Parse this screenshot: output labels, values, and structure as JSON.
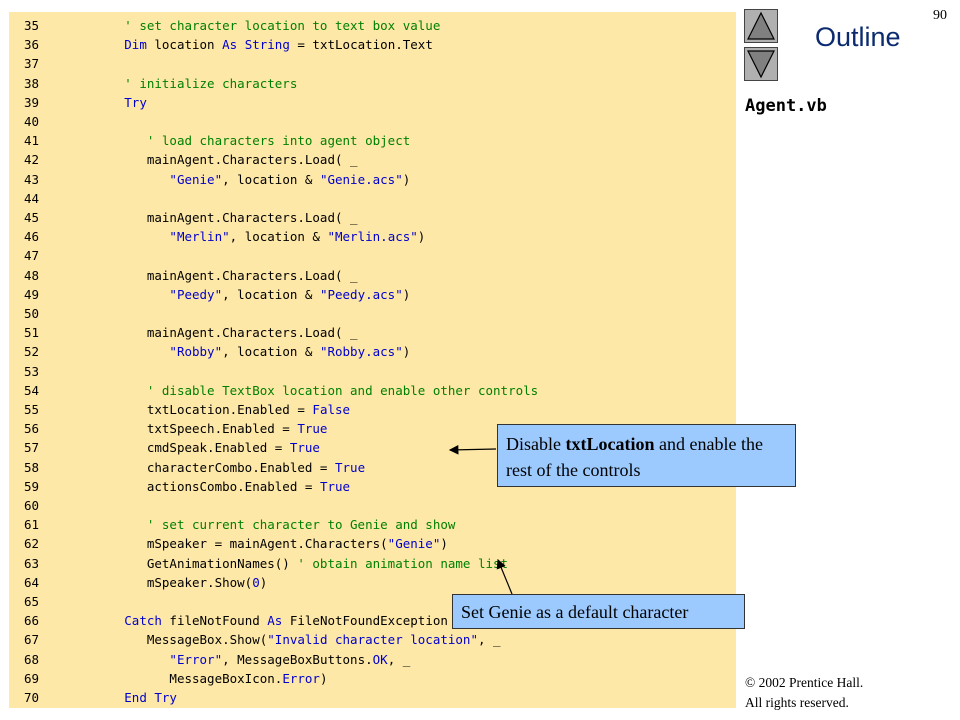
{
  "page_number": "90",
  "outline_title": "Outline",
  "file_name": "Agent.vb",
  "code_lines": [
    {
      "n": "35",
      "indent": "          ",
      "segs": [
        {
          "t": "' set character location to text box value",
          "c": "cm"
        }
      ]
    },
    {
      "n": "36",
      "indent": "          ",
      "segs": [
        {
          "t": "Dim",
          "c": "kw"
        },
        {
          "t": " location ",
          "c": ""
        },
        {
          "t": "As",
          "c": "kw"
        },
        {
          "t": " ",
          "c": ""
        },
        {
          "t": "String",
          "c": "kw"
        },
        {
          "t": " = txtLocation.Text",
          "c": ""
        }
      ]
    },
    {
      "n": "37",
      "indent": "",
      "segs": []
    },
    {
      "n": "38",
      "indent": "          ",
      "segs": [
        {
          "t": "' initialize characters",
          "c": "cm"
        }
      ]
    },
    {
      "n": "39",
      "indent": "          ",
      "segs": [
        {
          "t": "Try",
          "c": "kw"
        }
      ]
    },
    {
      "n": "40",
      "indent": "",
      "segs": []
    },
    {
      "n": "41",
      "indent": "             ",
      "segs": [
        {
          "t": "' load characters into agent object",
          "c": "cm"
        }
      ]
    },
    {
      "n": "42",
      "indent": "             ",
      "segs": [
        {
          "t": "mainAgent.Characters.Load( _",
          "c": ""
        }
      ]
    },
    {
      "n": "43",
      "indent": "                ",
      "segs": [
        {
          "t": "\"Genie\"",
          "c": "st"
        },
        {
          "t": ", location & ",
          "c": ""
        },
        {
          "t": "\"Genie.acs\"",
          "c": "st"
        },
        {
          "t": ")",
          "c": ""
        }
      ]
    },
    {
      "n": "44",
      "indent": "",
      "segs": []
    },
    {
      "n": "45",
      "indent": "             ",
      "segs": [
        {
          "t": "mainAgent.Characters.Load( _",
          "c": ""
        }
      ]
    },
    {
      "n": "46",
      "indent": "                ",
      "segs": [
        {
          "t": "\"Merlin\"",
          "c": "st"
        },
        {
          "t": ", location & ",
          "c": ""
        },
        {
          "t": "\"Merlin.acs\"",
          "c": "st"
        },
        {
          "t": ")",
          "c": ""
        }
      ]
    },
    {
      "n": "47",
      "indent": "",
      "segs": []
    },
    {
      "n": "48",
      "indent": "             ",
      "segs": [
        {
          "t": "mainAgent.Characters.Load( _",
          "c": ""
        }
      ]
    },
    {
      "n": "49",
      "indent": "                ",
      "segs": [
        {
          "t": "\"Peedy\"",
          "c": "st"
        },
        {
          "t": ", location & ",
          "c": ""
        },
        {
          "t": "\"Peedy.acs\"",
          "c": "st"
        },
        {
          "t": ")",
          "c": ""
        }
      ]
    },
    {
      "n": "50",
      "indent": "",
      "segs": []
    },
    {
      "n": "51",
      "indent": "             ",
      "segs": [
        {
          "t": "mainAgent.Characters.Load( _",
          "c": ""
        }
      ]
    },
    {
      "n": "52",
      "indent": "                ",
      "segs": [
        {
          "t": "\"Robby\"",
          "c": "st"
        },
        {
          "t": ", location & ",
          "c": ""
        },
        {
          "t": "\"Robby.acs\"",
          "c": "st"
        },
        {
          "t": ")",
          "c": ""
        }
      ]
    },
    {
      "n": "53",
      "indent": "",
      "segs": []
    },
    {
      "n": "54",
      "indent": "             ",
      "segs": [
        {
          "t": "' disable TextBox location and enable other controls",
          "c": "cm"
        }
      ]
    },
    {
      "n": "55",
      "indent": "             ",
      "segs": [
        {
          "t": "txtLocation.Enabled = ",
          "c": ""
        },
        {
          "t": "False",
          "c": "kw"
        }
      ]
    },
    {
      "n": "56",
      "indent": "             ",
      "segs": [
        {
          "t": "txtSpeech.Enabled = ",
          "c": ""
        },
        {
          "t": "True",
          "c": "kw"
        }
      ]
    },
    {
      "n": "57",
      "indent": "             ",
      "segs": [
        {
          "t": "cmdSpeak.Enabled = ",
          "c": ""
        },
        {
          "t": "True",
          "c": "kw"
        }
      ]
    },
    {
      "n": "58",
      "indent": "             ",
      "segs": [
        {
          "t": "characterCombo.Enabled = ",
          "c": ""
        },
        {
          "t": "True",
          "c": "kw"
        }
      ]
    },
    {
      "n": "59",
      "indent": "             ",
      "segs": [
        {
          "t": "actionsCombo.Enabled = ",
          "c": ""
        },
        {
          "t": "True",
          "c": "kw"
        }
      ]
    },
    {
      "n": "60",
      "indent": "",
      "segs": []
    },
    {
      "n": "61",
      "indent": "             ",
      "segs": [
        {
          "t": "' set current character to Genie and show",
          "c": "cm"
        }
      ]
    },
    {
      "n": "62",
      "indent": "             ",
      "segs": [
        {
          "t": "mSpeaker = mainAgent.Characters(",
          "c": ""
        },
        {
          "t": "\"Genie\"",
          "c": "st"
        },
        {
          "t": ")",
          "c": ""
        }
      ]
    },
    {
      "n": "63",
      "indent": "             ",
      "segs": [
        {
          "t": "GetAnimationNames() ",
          "c": ""
        },
        {
          "t": "' obtain animation name list",
          "c": "cm"
        }
      ]
    },
    {
      "n": "64",
      "indent": "             ",
      "segs": [
        {
          "t": "mSpeaker.Show(",
          "c": ""
        },
        {
          "t": "0",
          "c": "st"
        },
        {
          "t": ")",
          "c": ""
        }
      ]
    },
    {
      "n": "65",
      "indent": "",
      "segs": []
    },
    {
      "n": "66",
      "indent": "          ",
      "segs": [
        {
          "t": "Catch",
          "c": "kw"
        },
        {
          "t": " fileNotFound ",
          "c": ""
        },
        {
          "t": "As",
          "c": "kw"
        },
        {
          "t": " FileNotFoundException",
          "c": ""
        }
      ]
    },
    {
      "n": "67",
      "indent": "             ",
      "segs": [
        {
          "t": "MessageBox.Show(",
          "c": ""
        },
        {
          "t": "\"Invalid character location\"",
          "c": "st"
        },
        {
          "t": ", _",
          "c": ""
        }
      ]
    },
    {
      "n": "68",
      "indent": "                ",
      "segs": [
        {
          "t": "\"Error\"",
          "c": "st"
        },
        {
          "t": ", MessageBoxButtons.",
          "c": ""
        },
        {
          "t": "OK",
          "c": "st"
        },
        {
          "t": ", _",
          "c": ""
        }
      ]
    },
    {
      "n": "69",
      "indent": "                ",
      "segs": [
        {
          "t": "MessageBoxIcon.",
          "c": ""
        },
        {
          "t": "Error",
          "c": "st"
        },
        {
          "t": ")",
          "c": ""
        }
      ]
    },
    {
      "n": "70",
      "indent": "          ",
      "segs": [
        {
          "t": "End",
          "c": "kw"
        },
        {
          "t": " ",
          "c": ""
        },
        {
          "t": "Try",
          "c": "kw"
        }
      ]
    }
  ],
  "callouts": {
    "disable": {
      "pre": "Disable ",
      "bold": "txtLocation",
      "post": " and enable the rest of the controls"
    },
    "genie": "Set Genie as a default character"
  },
  "copyright": {
    "line1": "© 2002 Prentice Hall.",
    "line2": "All rights reserved."
  },
  "colors": {
    "code_background": "#fee8a8",
    "keyword": "#0000cc",
    "comment": "#008000",
    "callout": "#9ccaff",
    "outline_title": "#0b2a6f"
  },
  "icons": {
    "up": "triangle-up-icon",
    "down": "triangle-down-icon"
  }
}
